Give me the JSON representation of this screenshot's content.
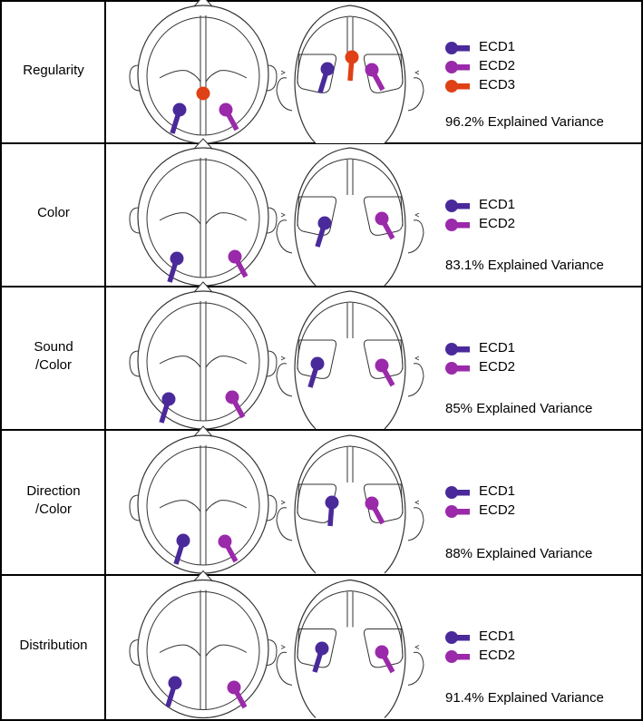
{
  "colors": {
    "ECD1": "#4a2a9a",
    "ECD2": "#9a2aaa",
    "ECD3": "#e04015",
    "border": "#000000",
    "outline": "#333333"
  },
  "rows": [
    {
      "label": "Regularity",
      "variance": "96.2% Explained Variance",
      "legend": [
        {
          "name": "ECD1",
          "color": "ECD1"
        },
        {
          "name": "ECD2",
          "color": "ECD2"
        },
        {
          "name": "ECD3",
          "color": "ECD3"
        }
      ],
      "top_view": [
        {
          "source": "ECD1",
          "dir": "down-left"
        },
        {
          "source": "ECD2",
          "dir": "down-right"
        },
        {
          "source": "ECD3",
          "dir": "none"
        }
      ],
      "back_view": [
        {
          "source": "ECD1",
          "dir": "down-left"
        },
        {
          "source": "ECD2",
          "dir": "down-right"
        },
        {
          "source": "ECD3",
          "dir": "down"
        }
      ]
    },
    {
      "label": "Color",
      "variance": "83.1% Explained Variance",
      "legend": [
        {
          "name": "ECD1",
          "color": "ECD1"
        },
        {
          "name": "ECD2",
          "color": "ECD2"
        }
      ],
      "top_view": [
        {
          "source": "ECD1",
          "dir": "down-left"
        },
        {
          "source": "ECD2",
          "dir": "down-right"
        }
      ],
      "back_view": [
        {
          "source": "ECD1",
          "dir": "down-left"
        },
        {
          "source": "ECD2",
          "dir": "down-right"
        }
      ]
    },
    {
      "label": "Sound\n/Color",
      "variance": "85% Explained Variance",
      "legend": [
        {
          "name": "ECD1",
          "color": "ECD1"
        },
        {
          "name": "ECD2",
          "color": "ECD2"
        }
      ],
      "top_view": [
        {
          "source": "ECD1",
          "dir": "down-left"
        },
        {
          "source": "ECD2",
          "dir": "down-right"
        }
      ],
      "back_view": [
        {
          "source": "ECD1",
          "dir": "down-left"
        },
        {
          "source": "ECD2",
          "dir": "down-right"
        }
      ]
    },
    {
      "label": "Direction\n/Color",
      "variance": "88% Explained Variance",
      "legend": [
        {
          "name": "ECD1",
          "color": "ECD1"
        },
        {
          "name": "ECD2",
          "color": "ECD2"
        }
      ],
      "top_view": [
        {
          "source": "ECD1",
          "dir": "down-left"
        },
        {
          "source": "ECD2",
          "dir": "down-right"
        }
      ],
      "back_view": [
        {
          "source": "ECD1",
          "dir": "down"
        },
        {
          "source": "ECD2",
          "dir": "down-right"
        }
      ]
    },
    {
      "label": "Distribution",
      "variance": "91.4% Explained Variance",
      "legend": [
        {
          "name": "ECD1",
          "color": "ECD1"
        },
        {
          "name": "ECD2",
          "color": "ECD2"
        }
      ],
      "top_view": [
        {
          "source": "ECD1",
          "dir": "down-left"
        },
        {
          "source": "ECD2",
          "dir": "down-right"
        }
      ],
      "back_view": [
        {
          "source": "ECD1",
          "dir": "down-left"
        },
        {
          "source": "ECD2",
          "dir": "down-right"
        }
      ]
    }
  ]
}
